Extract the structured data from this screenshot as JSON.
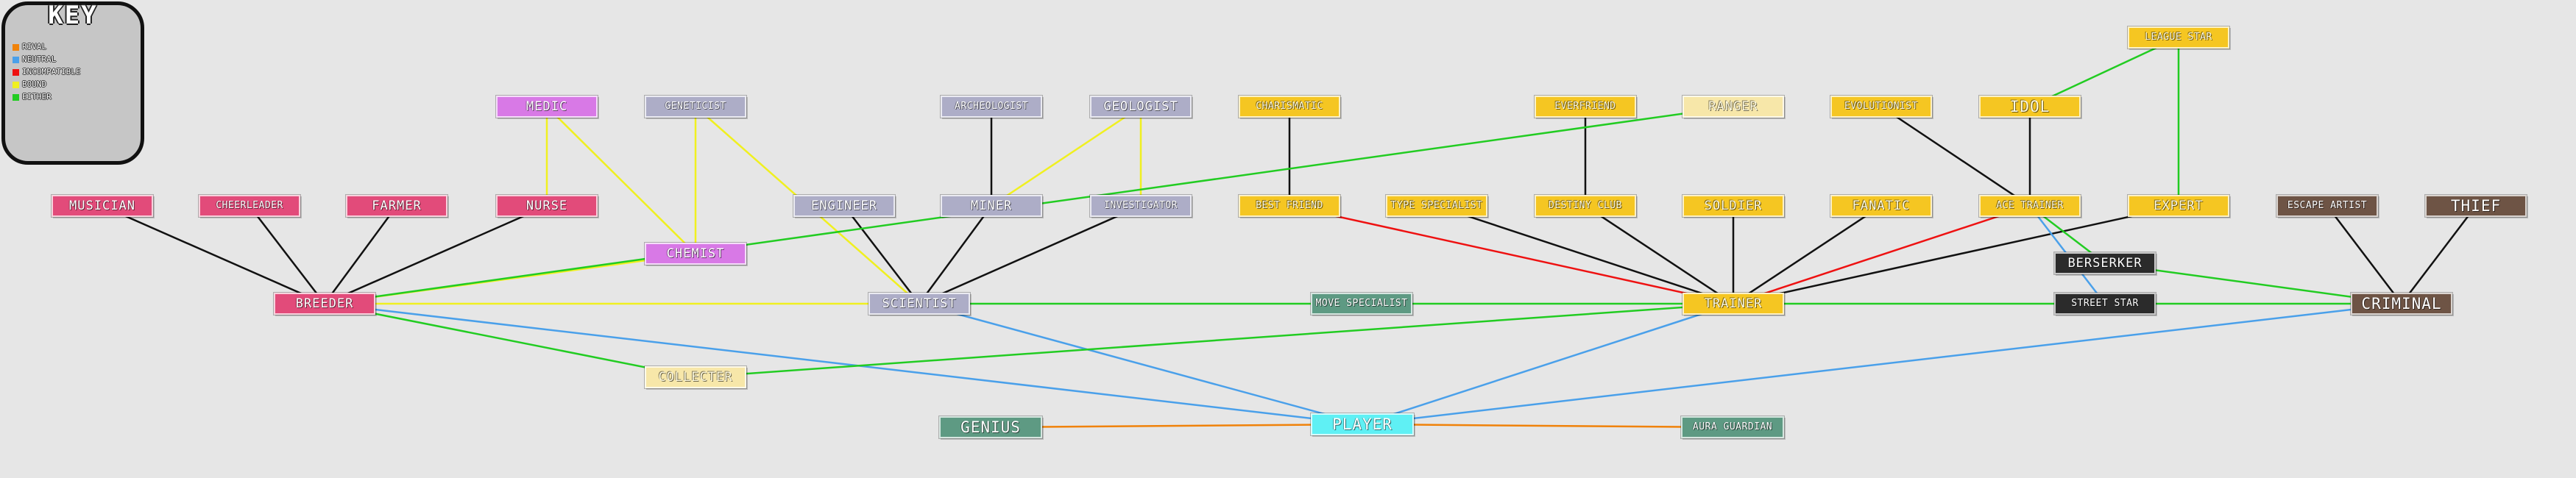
{
  "key": {
    "title": "KEY",
    "items": [
      {
        "id": "rival",
        "label": "RIVAL",
        "color": "#f0820a"
      },
      {
        "id": "neutral",
        "label": "NEUTRAL",
        "color": "#4aa0ea"
      },
      {
        "id": "incompatible",
        "label": "INCOMPATIBLE",
        "color": "#ee1111"
      },
      {
        "id": "bound",
        "label": "BOUND",
        "color": "#f0f020"
      },
      {
        "id": "either",
        "label": "EITHER",
        "color": "#22cc22"
      }
    ]
  },
  "nodes": [
    {
      "id": "musician",
      "label": "MUSICIAN",
      "color": "#e24b7a"
    },
    {
      "id": "cheerleader",
      "label": "CHEERLEADER",
      "color": "#e24b7a"
    },
    {
      "id": "farmer",
      "label": "FARMER",
      "color": "#e24b7a"
    },
    {
      "id": "nurse",
      "label": "NURSE",
      "color": "#e24b7a"
    },
    {
      "id": "breeder",
      "label": "BREEDER",
      "color": "#e24b7a"
    },
    {
      "id": "medic",
      "label": "MEDIC",
      "color": "#d879e6"
    },
    {
      "id": "chemist",
      "label": "CHEMIST",
      "color": "#d879e6"
    },
    {
      "id": "geneticist",
      "label": "GENETICIST",
      "color": "#adadc7"
    },
    {
      "id": "engineer",
      "label": "ENGINEER",
      "color": "#adadc7"
    },
    {
      "id": "archeologist",
      "label": "ARCHEOLOGIST",
      "color": "#adadc7"
    },
    {
      "id": "miner",
      "label": "MINER",
      "color": "#adadc7"
    },
    {
      "id": "geologist",
      "label": "GEOLOGIST",
      "color": "#adadc7"
    },
    {
      "id": "investigator",
      "label": "INVESTIGATOR",
      "color": "#adadc7"
    },
    {
      "id": "scientist",
      "label": "SCIENTIST",
      "color": "#adadc7"
    },
    {
      "id": "collector",
      "label": "COLLECTER",
      "color": "#f7e7a9"
    },
    {
      "id": "genius",
      "label": "GENIUS",
      "color": "#5e9a83"
    },
    {
      "id": "move_specialist",
      "label": "MOVE SPECIALIST",
      "color": "#5e9a83"
    },
    {
      "id": "player",
      "label": "PLAYER",
      "color": "#5ff0f4"
    },
    {
      "id": "aura_guardian",
      "label": "AURA GUARDIAN",
      "color": "#5e9a83"
    },
    {
      "id": "charismatic",
      "label": "CHARISMATIC",
      "color": "#f5c622"
    },
    {
      "id": "best_friend",
      "label": "BEST FRIEND",
      "color": "#f5c622"
    },
    {
      "id": "type_specialist",
      "label": "TYPE SPECIALIST",
      "color": "#f5c622"
    },
    {
      "id": "everfriend",
      "label": "EVERFRIEND",
      "color": "#f5c622"
    },
    {
      "id": "destiny_club",
      "label": "DESTINY CLUB",
      "color": "#f5c622"
    },
    {
      "id": "ranger",
      "label": "RANGER",
      "color": "#f7e7a9"
    },
    {
      "id": "soldier",
      "label": "SOLDIER",
      "color": "#f5c622"
    },
    {
      "id": "evolutionist",
      "label": "EVOLUTIONIST",
      "color": "#f5c622"
    },
    {
      "id": "fanatic",
      "label": "FANATIC",
      "color": "#f5c622"
    },
    {
      "id": "idol",
      "label": "IDOL",
      "color": "#f5c622"
    },
    {
      "id": "ace_trainer",
      "label": "ACE TRAINER",
      "color": "#f5c622"
    },
    {
      "id": "league_star",
      "label": "LEAGUE STAR",
      "color": "#f5c622"
    },
    {
      "id": "expert",
      "label": "EXPERT",
      "color": "#f5c622"
    },
    {
      "id": "trainer",
      "label": "TRAINER",
      "color": "#f5c622"
    },
    {
      "id": "berserker",
      "label": "BERSERKER",
      "color": "#2b2b2b"
    },
    {
      "id": "street_star",
      "label": "STREET STAR",
      "color": "#2b2b2b"
    },
    {
      "id": "escape_artist",
      "label": "ESCAPE ARTIST",
      "color": "#6e5445"
    },
    {
      "id": "thief",
      "label": "THIEF",
      "color": "#6e5445"
    },
    {
      "id": "criminal",
      "label": "CRIMINAL",
      "color": "#6e5445"
    }
  ],
  "edges": [
    {
      "from": "musician",
      "to": "breeder",
      "type": "link"
    },
    {
      "from": "cheerleader",
      "to": "breeder",
      "type": "link"
    },
    {
      "from": "farmer",
      "to": "breeder",
      "type": "link"
    },
    {
      "from": "nurse",
      "to": "breeder",
      "type": "link"
    },
    {
      "from": "engineer",
      "to": "scientist",
      "type": "link"
    },
    {
      "from": "miner",
      "to": "scientist",
      "type": "link"
    },
    {
      "from": "investigator",
      "to": "scientist",
      "type": "link"
    },
    {
      "from": "archeologist",
      "to": "miner",
      "type": "link"
    },
    {
      "from": "charismatic",
      "to": "best_friend",
      "type": "link"
    },
    {
      "from": "everfriend",
      "to": "destiny_club",
      "type": "link"
    },
    {
      "from": "type_specialist",
      "to": "trainer",
      "type": "link"
    },
    {
      "from": "destiny_club",
      "to": "trainer",
      "type": "link"
    },
    {
      "from": "soldier",
      "to": "trainer",
      "type": "link"
    },
    {
      "from": "fanatic",
      "to": "trainer",
      "type": "link"
    },
    {
      "from": "evolutionist",
      "to": "ace_trainer",
      "type": "link"
    },
    {
      "from": "idol",
      "to": "ace_trainer",
      "type": "link"
    },
    {
      "from": "expert",
      "to": "trainer",
      "type": "link"
    },
    {
      "from": "escape_artist",
      "to": "criminal",
      "type": "link"
    },
    {
      "from": "thief",
      "to": "criminal",
      "type": "link"
    },
    {
      "from": "best_friend",
      "to": "trainer",
      "type": "incompatible"
    },
    {
      "from": "ace_trainer",
      "to": "trainer",
      "type": "incompatible"
    },
    {
      "from": "genius",
      "to": "player",
      "type": "rival"
    },
    {
      "from": "player",
      "to": "aura_guardian",
      "type": "rival"
    },
    {
      "from": "breeder",
      "to": "player",
      "type": "neutral"
    },
    {
      "from": "scientist",
      "to": "player",
      "type": "neutral"
    },
    {
      "from": "trainer",
      "to": "player",
      "type": "neutral"
    },
    {
      "from": "criminal",
      "to": "player",
      "type": "neutral"
    },
    {
      "from": "ace_trainer",
      "to": "street_star",
      "type": "neutral"
    },
    {
      "from": "medic",
      "to": "nurse",
      "type": "bound"
    },
    {
      "from": "medic",
      "to": "chemist",
      "type": "bound"
    },
    {
      "from": "geneticist",
      "to": "chemist",
      "type": "bound"
    },
    {
      "from": "geneticist",
      "to": "scientist",
      "type": "bound"
    },
    {
      "from": "chemist",
      "to": "breeder",
      "type": "bound"
    },
    {
      "from": "breeder",
      "to": "scientist",
      "type": "bound"
    },
    {
      "from": "geologist",
      "to": "miner",
      "type": "bound"
    },
    {
      "from": "geologist",
      "to": "investigator",
      "type": "bound"
    },
    {
      "from": "breeder",
      "to": "ranger",
      "type": "either"
    },
    {
      "from": "breeder",
      "to": "collector",
      "type": "either"
    },
    {
      "from": "collector",
      "to": "trainer",
      "type": "either"
    },
    {
      "from": "scientist",
      "to": "move_specialist",
      "type": "either"
    },
    {
      "from": "move_specialist",
      "to": "trainer",
      "type": "either"
    },
    {
      "from": "trainer",
      "to": "criminal",
      "type": "either"
    },
    {
      "from": "berserker",
      "to": "criminal",
      "type": "either"
    },
    {
      "from": "ace_trainer",
      "to": "berserker",
      "type": "either"
    },
    {
      "from": "idol",
      "to": "league_star",
      "type": "either"
    },
    {
      "from": "league_star",
      "to": "expert",
      "type": "either"
    }
  ]
}
